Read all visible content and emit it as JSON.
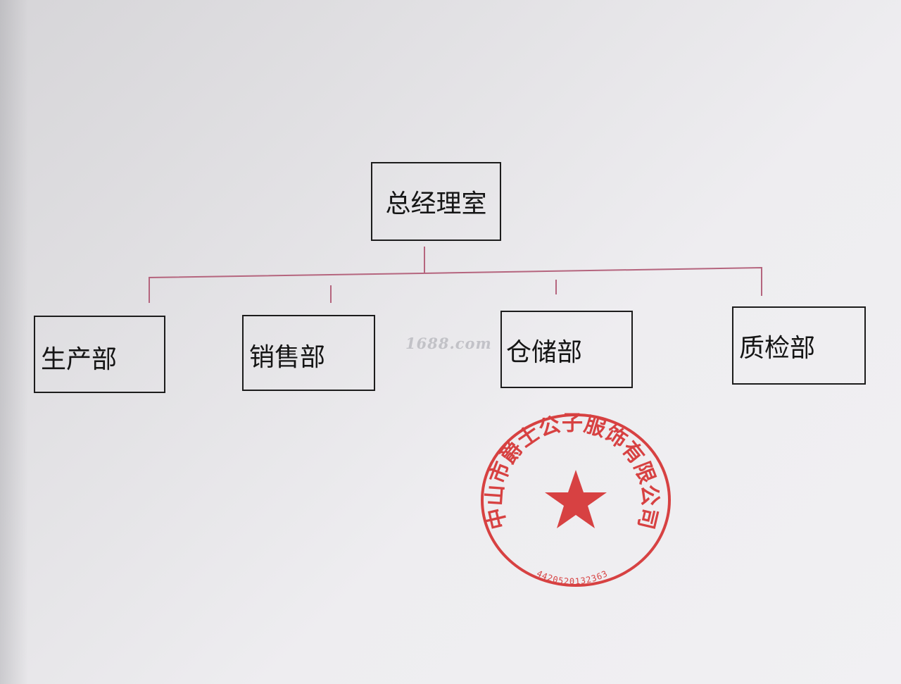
{
  "org_chart": {
    "root": {
      "label": "总经理室"
    },
    "departments": [
      {
        "label": "生产部"
      },
      {
        "label": "销售部"
      },
      {
        "label": "仓储部"
      },
      {
        "label": "质检部"
      }
    ],
    "connector_color": "#b5657e"
  },
  "watermark": {
    "text": "1688.com"
  },
  "seal": {
    "company_name": "中山市爵士公子服饰有限公司",
    "registration_number": "4420520132363",
    "color": "#d42a2a",
    "center_icon": "star-icon"
  }
}
